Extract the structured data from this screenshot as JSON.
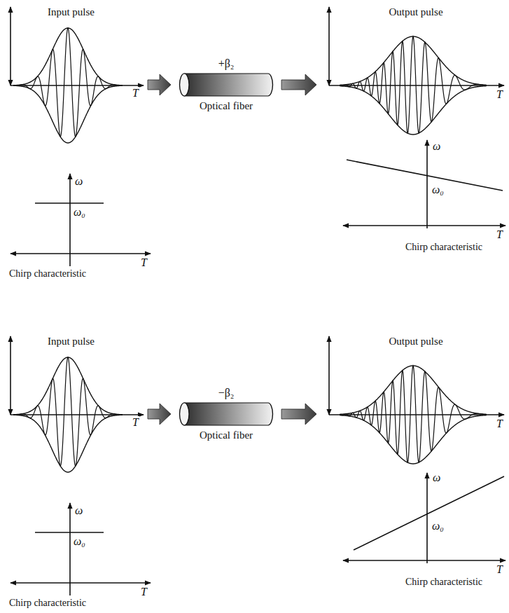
{
  "diagram": {
    "nodes": [
      {
        "text": [
          "Input pulse"
        ]
      },
      {
        "text": [
          "+β₂",
          "Optical fiber"
        ]
      },
      {
        "text": [
          "Output pulse"
        ]
      },
      {
        "text": [
          "Input pulse"
        ]
      },
      {
        "text": [
          "−β₂",
          "Optical fiber"
        ]
      },
      {
        "text": [
          "Output pulse"
        ]
      }
    ],
    "edges": [
      {
        "from": 0,
        "to": 1,
        "arrow": "to"
      },
      {
        "from": 1,
        "to": 2,
        "arrow": "to"
      },
      {
        "from": 3,
        "to": 4,
        "arrow": "to"
      },
      {
        "from": 4,
        "to": 5,
        "arrow": "to"
      }
    ],
    "labels": [
      "T",
      "ω",
      "ω₀",
      "T",
      "Chirp characteristic",
      "T",
      "ω",
      "ω₀",
      "T",
      "Chirp characteristic",
      "T",
      "ω",
      "ω₀",
      "T",
      "Chirp characteristic",
      "T",
      "ω",
      "ω₀",
      "T",
      "Chirp characteristic"
    ]
  }
}
